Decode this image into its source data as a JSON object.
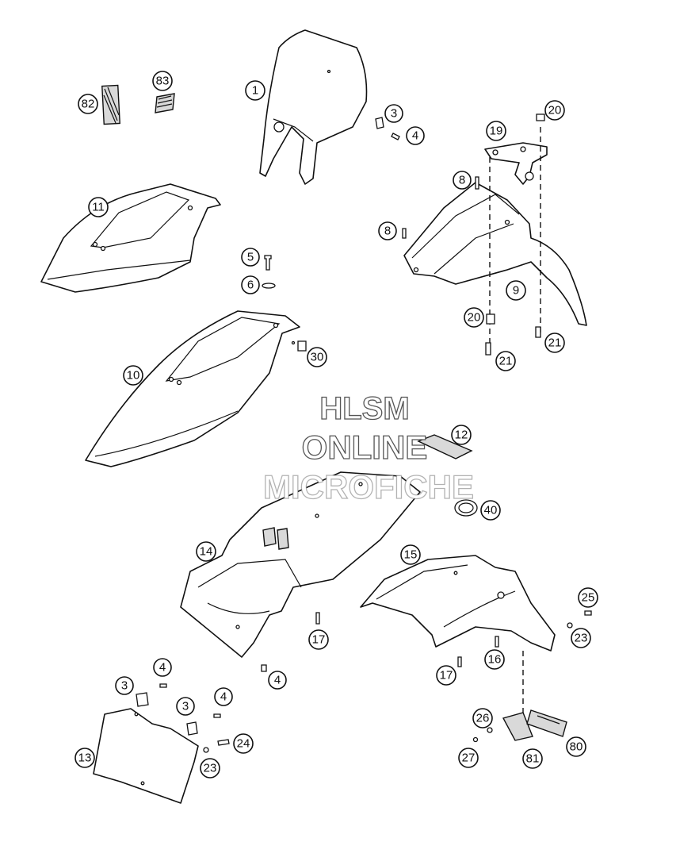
{
  "diagram": {
    "watermark": {
      "line1": "HLSM",
      "line2": "ONLINE",
      "line3": "MICROFICHE"
    },
    "callouts": [
      {
        "id": "c1",
        "label": "1"
      },
      {
        "id": "c3a",
        "label": "3"
      },
      {
        "id": "c4a",
        "label": "4"
      },
      {
        "id": "c82",
        "label": "82"
      },
      {
        "id": "c83",
        "label": "83"
      },
      {
        "id": "c20a",
        "label": "20"
      },
      {
        "id": "c19",
        "label": "19"
      },
      {
        "id": "c8a",
        "label": "8"
      },
      {
        "id": "c11",
        "label": "11"
      },
      {
        "id": "c8b",
        "label": "8"
      },
      {
        "id": "c5",
        "label": "5"
      },
      {
        "id": "c6",
        "label": "6"
      },
      {
        "id": "c9",
        "label": "9"
      },
      {
        "id": "c20b",
        "label": "20"
      },
      {
        "id": "c21a",
        "label": "21"
      },
      {
        "id": "c21b",
        "label": "21"
      },
      {
        "id": "c30",
        "label": "30"
      },
      {
        "id": "c10",
        "label": "10"
      },
      {
        "id": "c12",
        "label": "12"
      },
      {
        "id": "c40",
        "label": "40"
      },
      {
        "id": "c14",
        "label": "14"
      },
      {
        "id": "c15",
        "label": "15"
      },
      {
        "id": "c25",
        "label": "25"
      },
      {
        "id": "c23a",
        "label": "23"
      },
      {
        "id": "c17a",
        "label": "17"
      },
      {
        "id": "c16",
        "label": "16"
      },
      {
        "id": "c17b",
        "label": "17"
      },
      {
        "id": "c4b",
        "label": "4"
      },
      {
        "id": "c4c",
        "label": "4"
      },
      {
        "id": "c3b",
        "label": "3"
      },
      {
        "id": "c3c",
        "label": "3"
      },
      {
        "id": "c4d",
        "label": "4"
      },
      {
        "id": "c24",
        "label": "24"
      },
      {
        "id": "c13",
        "label": "13"
      },
      {
        "id": "c23b",
        "label": "23"
      },
      {
        "id": "c26",
        "label": "26"
      },
      {
        "id": "c27",
        "label": "27"
      },
      {
        "id": "c81",
        "label": "81"
      },
      {
        "id": "c80",
        "label": "80"
      }
    ]
  }
}
